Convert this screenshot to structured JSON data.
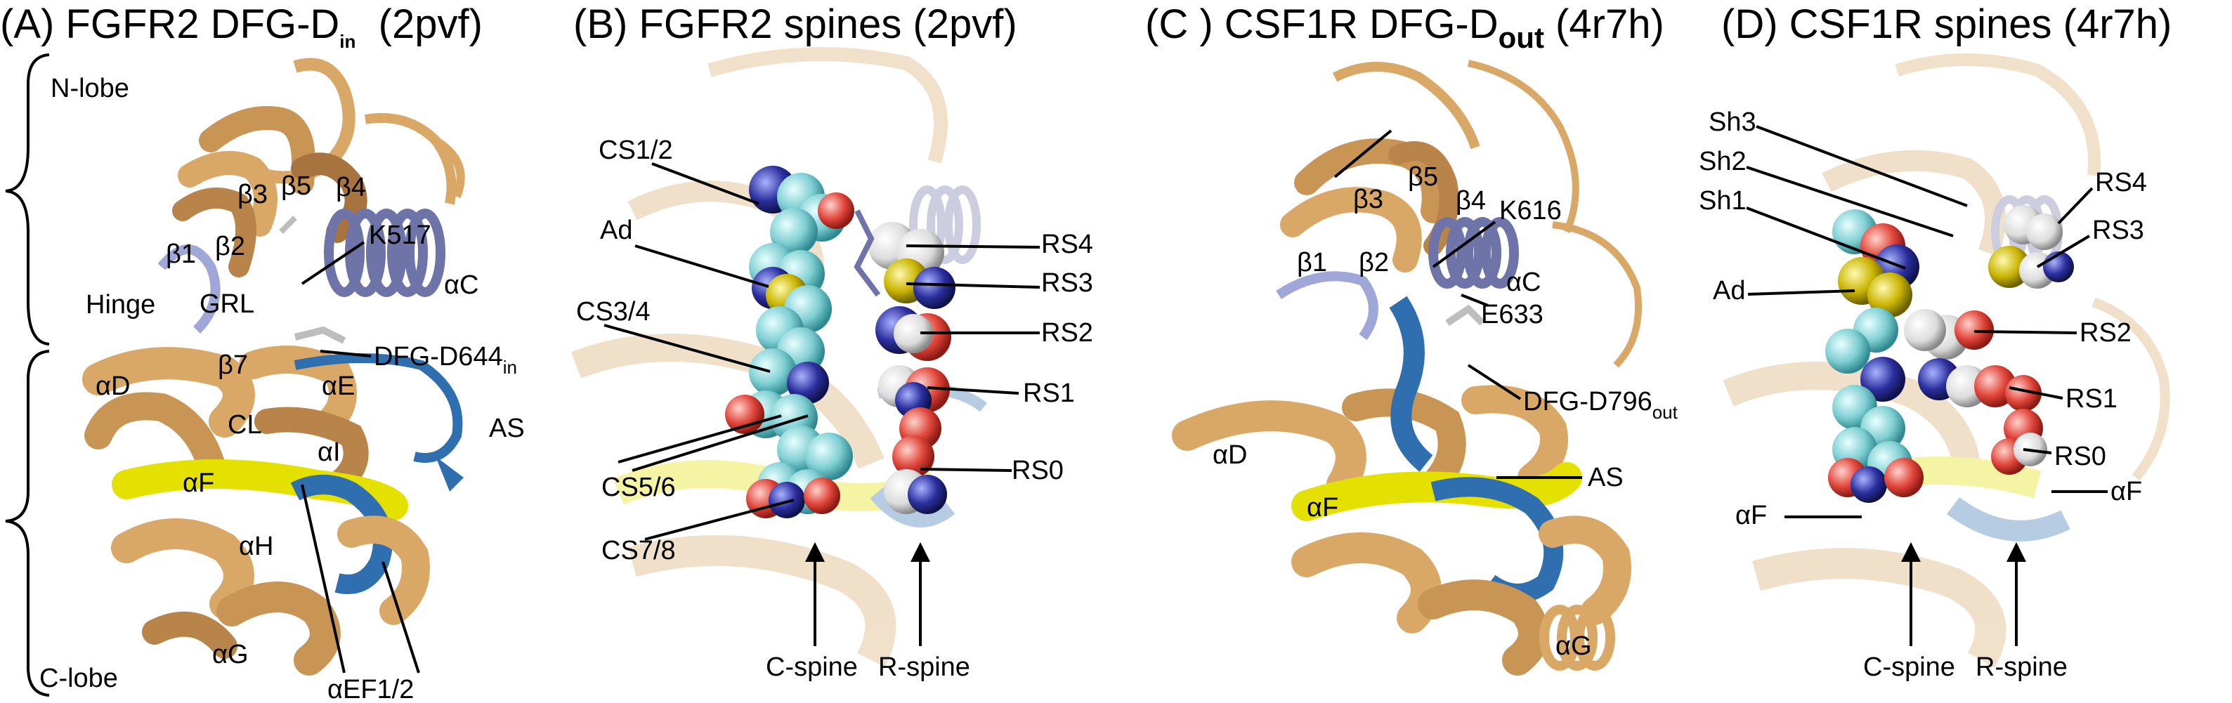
{
  "figure": {
    "panels": [
      {
        "title": "(A) FGFR2 DFG-D",
        "title_sub": "in",
        "title_suffix": "  (2pvf)",
        "side_labels": [
          "N-lobe",
          "C-lobe"
        ],
        "labels": [
          "β3",
          "β5",
          "β4",
          "β1",
          "β2",
          "K517",
          "Hinge",
          "GRL",
          "αC",
          "β7",
          "DFG-D644",
          "in",
          "αD",
          "αE",
          "CL",
          "AS",
          "αI",
          "αF",
          "αH",
          "αG",
          "αEF1/2"
        ]
      },
      {
        "title": "(B) FGFR2 spines (2pvf)",
        "labels": [
          "CS1/2",
          "Ad",
          "CS3/4",
          "CS5/6",
          "CS7/8",
          "RS4",
          "RS3",
          "RS2",
          "RS1",
          "RS0",
          "C-spine",
          "R-spine"
        ]
      },
      {
        "title": "(C )  CSF1R DFG-D",
        "title_sub": "out",
        "title_suffix": " (4r7h)",
        "labels": [
          "β3",
          "β5",
          "β4",
          "K616",
          "β1",
          "β2",
          "αC",
          "E633",
          "DFG-D796",
          "out",
          "αD",
          "AS",
          "αF",
          "αG"
        ]
      },
      {
        "title": "(D)  CSF1R spines (4r7h)",
        "labels": [
          "Sh3",
          "Sh2",
          "Sh1",
          "RS4",
          "RS3",
          "Ad",
          "RS2",
          "RS1",
          "RS0",
          "αF",
          "αF",
          "C-spine",
          "R-spine"
        ]
      }
    ]
  },
  "colors": {
    "tan": "#d9a867",
    "tan_dark": "#b9844a",
    "blue": "#2f6fb0",
    "slate": "#6f74a8",
    "yellow": "#e4e000",
    "cyan": "#7fcfd3",
    "red": "#e0453a",
    "navy": "#2b2f9e",
    "white_atom": "#eeeeee",
    "sulfur": "#c8b400"
  }
}
